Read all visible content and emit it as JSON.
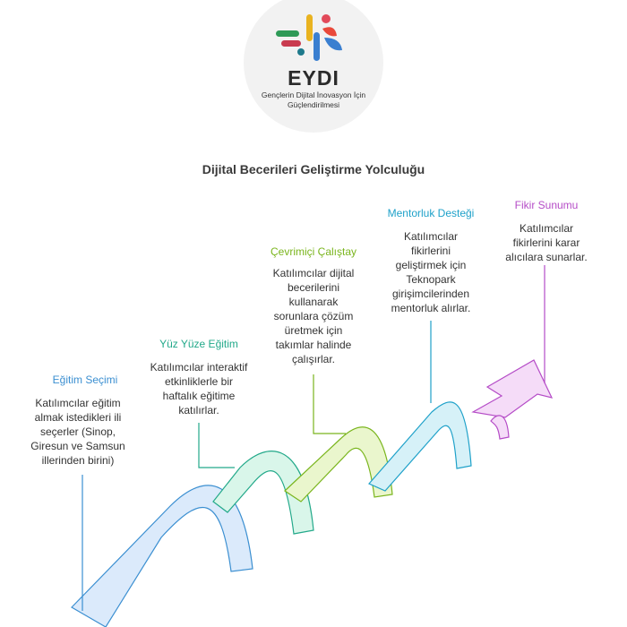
{
  "header": {
    "brand": "EYDI",
    "tagline_lines": [
      "Gençlerin Dijital İnovasyon İçin",
      "Güçlendirilmesi"
    ]
  },
  "title": "Dijital Becerileri Geliştirme Yolculuğu",
  "steps": [
    {
      "title": "Eğitim Seçimi",
      "color": "#3b8fd1",
      "fill": "#dbeafb",
      "description_lines": [
        "Katılımcılar eğitim",
        "almak istedikleri ili",
        "seçerler (Sinop,",
        "Giresun ve Samsun",
        "illerinden birini)"
      ]
    },
    {
      "title": "Yüz Yüze Eğitim",
      "color": "#23a98a",
      "fill": "#d9f6ea",
      "description_lines": [
        "Katılımcılar interaktif",
        "etkinliklerle bir",
        "haftalık eğitime",
        "katılırlar."
      ]
    },
    {
      "title": "Çevrimiçi Çalıştay",
      "color": "#7ab51d",
      "fill": "#eaf6cd",
      "description_lines": [
        "Katılımcılar dijital",
        "becerilerini",
        "kullanarak",
        "sorunlara çözüm",
        "üretmek için",
        "takımlar halinde",
        "çalışırlar."
      ]
    },
    {
      "title": "Mentorluk Desteği",
      "color": "#1ea1c9",
      "fill": "#d6f1f8",
      "description_lines": [
        "Katılımcılar",
        "fikirlerini",
        "geliştirmek için",
        "Teknopark",
        "girişimcilerinden",
        "mentorluk alırlar."
      ]
    },
    {
      "title": "Fikir Sunumu",
      "color": "#b54cc7",
      "fill": "#f5dcf8",
      "description_lines": [
        "Katılımcılar",
        "fikirlerini karar",
        "alıcılara sunarlar."
      ]
    }
  ]
}
